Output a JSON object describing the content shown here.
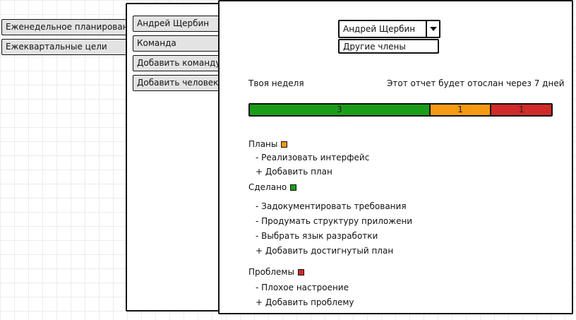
{
  "menu": {
    "items": [
      {
        "label": "Еженедельное планирование"
      },
      {
        "label": "Ежеквартальные цели"
      }
    ]
  },
  "submenu": {
    "items": [
      {
        "label": "Андрей Щербин"
      },
      {
        "label": "Команда"
      },
      {
        "label": "Добавить команду"
      },
      {
        "label": "Добавить человека"
      }
    ]
  },
  "member_select": {
    "selected": "Андрей Щербин",
    "options": [
      "Другие члены"
    ]
  },
  "report": {
    "your_week": "Твоя неделя",
    "send_notice": "Этот отчет будет отослан через 7 дней"
  },
  "summary_bar": {
    "segments": [
      {
        "value": 3,
        "label": "3",
        "color": "#1a9e1a"
      },
      {
        "value": 1,
        "label": "1",
        "color": "#f59a12"
      },
      {
        "value": 1,
        "label": "1",
        "color": "#d02a2a"
      }
    ]
  },
  "sections": {
    "plans": {
      "title": "Планы",
      "color": "#f59a12",
      "items": [
        "- Реализовать интерфейс"
      ],
      "add": "+ Добавить план"
    },
    "done": {
      "title": "Сделано",
      "color": "#1a9e1a",
      "items": [
        "- Задокументировать требования",
        "- Продумать структуру приложени",
        "- Выбрать язык разработки"
      ],
      "add": "+ Добавить достигнутый план"
    },
    "problems": {
      "title": "Проблемы",
      "color": "#d02a2a",
      "items": [
        "- Плохое настроение"
      ],
      "add": "+ Добавить проблему"
    }
  }
}
